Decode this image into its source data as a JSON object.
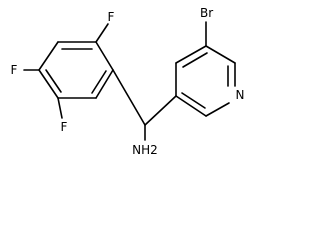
{
  "atoms": {
    "br": "Br",
    "n": "N",
    "f_top": "F",
    "f_left": "F",
    "f_bottom": "F",
    "nh2": "NH2"
  }
}
